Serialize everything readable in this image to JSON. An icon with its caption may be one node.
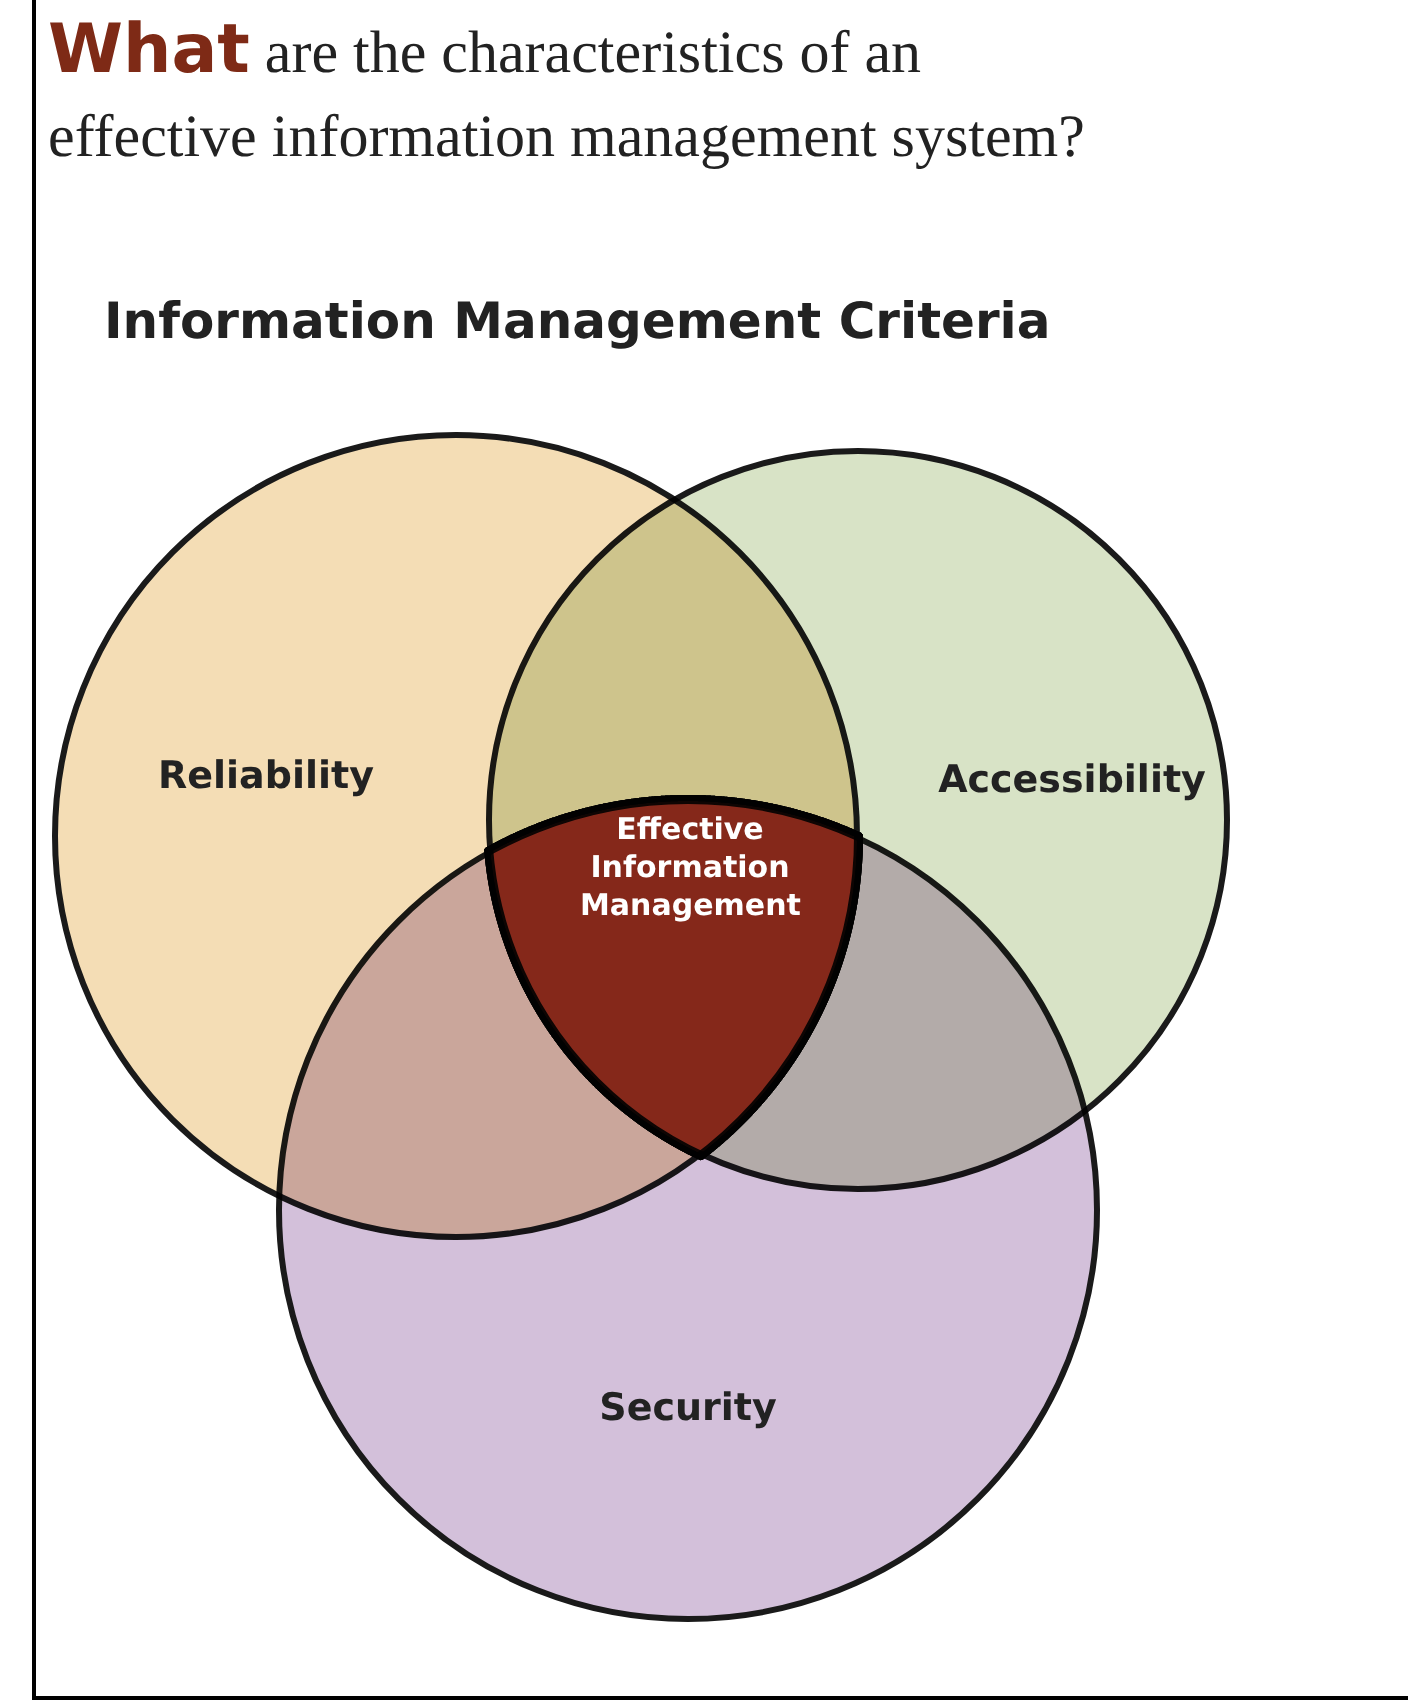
{
  "diagram": {
    "title": "**What** are the characteristics of an effective information management system?",
    "nodes": [
      {
        "text": [
          "Reliability"
        ]
      },
      {
        "text": [
          "Accessibility"
        ]
      },
      {
        "text": [
          "Security"
        ]
      },
      {
        "text": [
          "Effective Information Management"
        ]
      }
    ],
    "labels": [
      "Information Management Criteria"
    ]
  }
}
